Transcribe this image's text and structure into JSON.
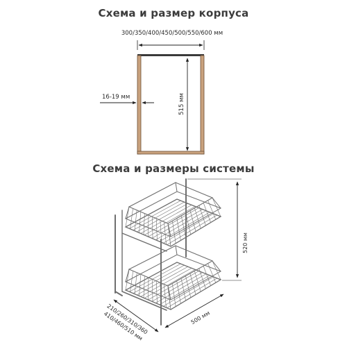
{
  "cabinet_section": {
    "title": "Схема и размер корпуса",
    "width_label": "300/350/400/450/500/550/600 мм",
    "height_label": "515 мм",
    "wall_label": "16-19 мм"
  },
  "system_section": {
    "title": "Схема и размеры системы",
    "height_label": "520 мм",
    "width_label": "500 мм",
    "depth_label_line1": "210/260/310/360",
    "depth_label_line2": "410/460/510 мм"
  },
  "colors": {
    "panel": "#c9a27e",
    "panel_edge": "#6b4e35",
    "line": "#222222",
    "wire": "#6e6e6e"
  }
}
